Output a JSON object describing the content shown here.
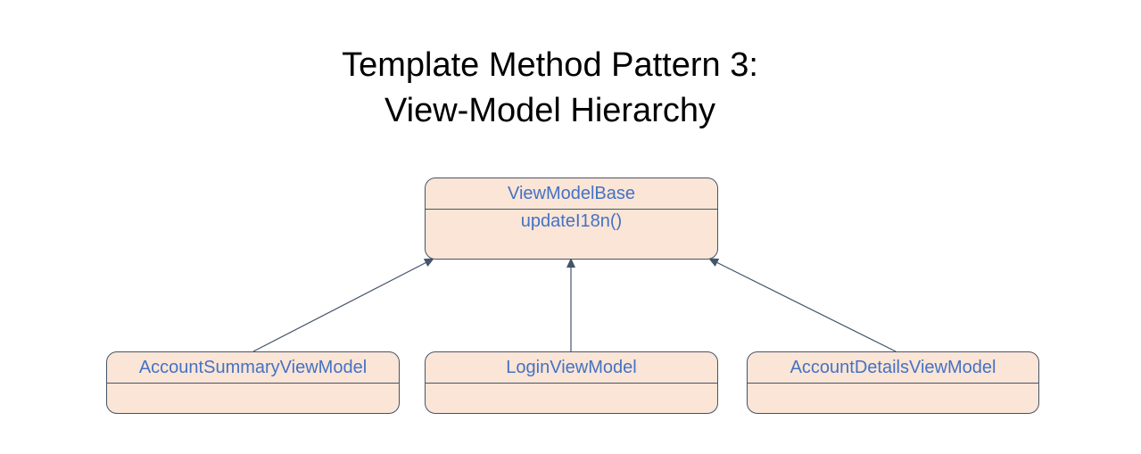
{
  "title": {
    "line1": "Template Method Pattern 3:",
    "line2": "View-Model Hierarchy"
  },
  "diagram": {
    "base_class": {
      "name": "ViewModelBase",
      "method": "updateI18n()"
    },
    "subclasses": [
      {
        "name": "AccountSummaryViewModel"
      },
      {
        "name": "LoginViewModel"
      },
      {
        "name": "AccountDetailsViewModel"
      }
    ],
    "relationships": [
      "inherits",
      "inherits",
      "inherits"
    ]
  },
  "colors": {
    "box_fill": "#fbe5d6",
    "box_border": "#44546a",
    "class_text": "#4472c4",
    "arrow": "#44546a",
    "title_text": "#000000"
  }
}
